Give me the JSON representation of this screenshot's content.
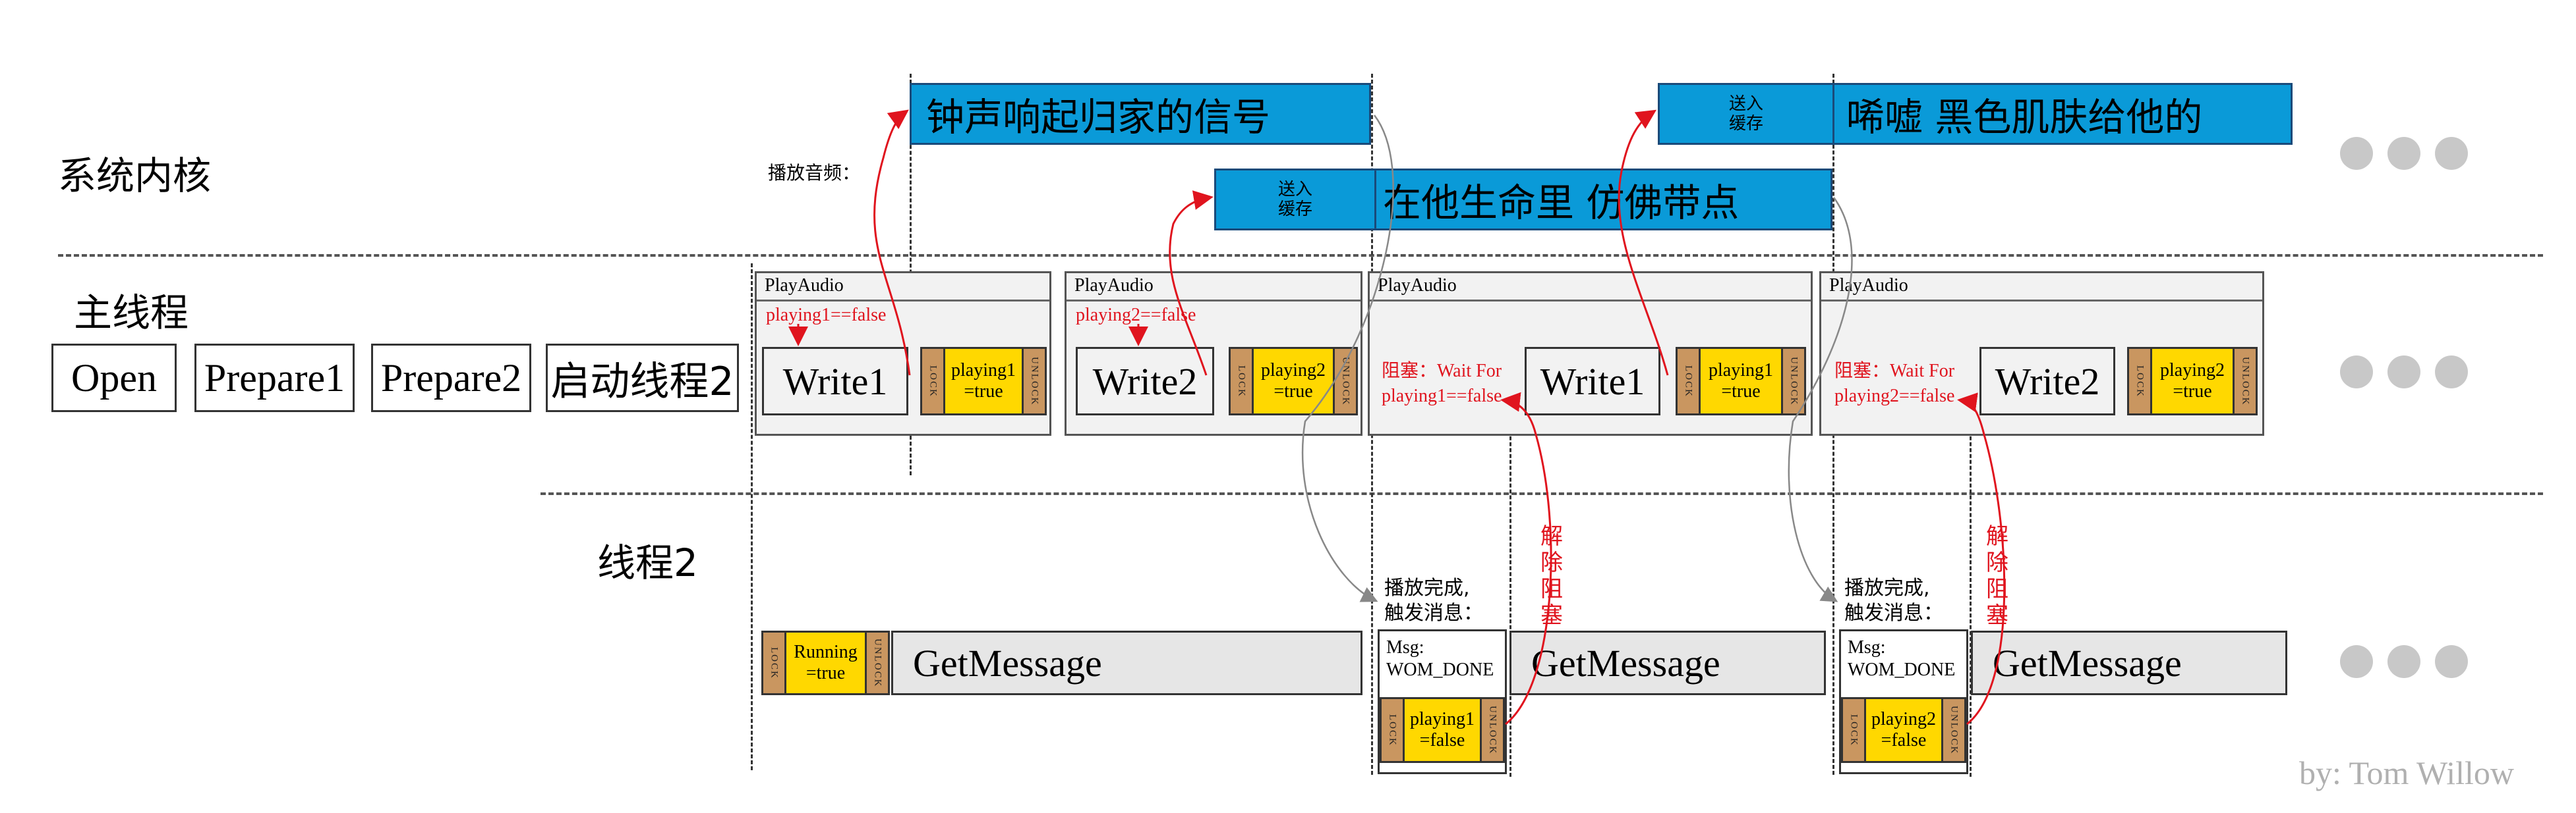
{
  "sections": {
    "kernel": "系统内核",
    "main_thread": "主线程",
    "thread2": "线程2"
  },
  "steps": [
    "Open",
    "Prepare1",
    "Prepare2",
    "启动线程2"
  ],
  "kernel": {
    "play_audio_label": "播放音频：",
    "bar1": "钟声响起归家的信号",
    "bar2_side": [
      "送入",
      "缓存"
    ],
    "bar2": "在他生命里 仿佛带点",
    "bar3_side": [
      "送入",
      "缓存"
    ],
    "bar3": "唏嘘 黑色肌肤给他的"
  },
  "panels": [
    {
      "title": "PlayAudio",
      "note": "playing1==false",
      "write": "Write1",
      "lock": "LOCK",
      "unlock": "UNLOCK",
      "val1": "playing1",
      "val2": "=true"
    },
    {
      "title": "PlayAudio",
      "note": "playing2==false",
      "write": "Write2",
      "lock": "LOCK",
      "unlock": "UNLOCK",
      "val1": "playing2",
      "val2": "=true"
    },
    {
      "title": "PlayAudio",
      "note1": "阻塞：Wait For",
      "note2": "playing1==false",
      "write": "Write1",
      "lock": "LOCK",
      "unlock": "UNLOCK",
      "val1": "playing1",
      "val2": "=true"
    },
    {
      "title": "PlayAudio",
      "note1": "阻塞：Wait For",
      "note2": "playing2==false",
      "write": "Write2",
      "lock": "LOCK",
      "unlock": "UNLOCK",
      "val1": "playing2",
      "val2": "=true"
    }
  ],
  "thread2": {
    "running": {
      "lock": "LOCK",
      "unlock": "UNLOCK",
      "val1": "Running",
      "val2": "=true"
    },
    "getmessage": "GetMessage",
    "done_note": [
      "播放完成,",
      "触发消息："
    ],
    "msg1": [
      "Msg:",
      "WOM_DONE"
    ],
    "msg2": [
      "Msg:",
      "WOM_DONE"
    ],
    "lock1": {
      "lock": "LOCK",
      "unlock": "UNLOCK",
      "val1": "playing1",
      "val2": "=false"
    },
    "lock2": {
      "lock": "LOCK",
      "unlock": "UNLOCK",
      "val1": "playing2",
      "val2": "=false"
    },
    "unblock": "解除阻塞"
  },
  "watermark": "by: Tom Willow",
  "colors": {
    "blue": "#0a9ad8",
    "yellow": "#ffd800",
    "lock": "#c99660",
    "red": "#e0141e",
    "panel": "#f2f2f2"
  }
}
